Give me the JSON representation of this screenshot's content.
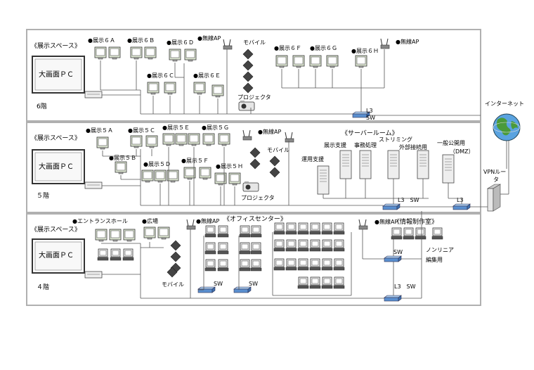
{
  "floors": {
    "f6": {
      "floor_label": "6階",
      "space_label": "《展示スペース》",
      "big_pc": "大画面ＰＣ",
      "displays": [
        "●展示６Ａ",
        "●展示６Ｂ",
        "●展示６Ｄ",
        "●展示６Ｃ",
        "●展示６Ｅ",
        "●展示６Ｆ",
        "●展示６Ｇ",
        "●展示６Ｈ"
      ],
      "wap1": "●無線AP",
      "wap2": "●無線AP",
      "mobile": "モバイル",
      "projector": "プロジェクタ",
      "switch": "L3",
      "switch_sub": "SW"
    },
    "f5": {
      "floor_label": "５階",
      "space_label": "《展示スペース》",
      "big_pc": "大画面ＰＣ",
      "displays": [
        "●展示５Ａ",
        "●展示５Ｃ",
        "●展示５Ｅ",
        "●展示５Ｇ",
        "●展示５Ｂ",
        "●展示５Ｄ",
        "●展示５Ｆ",
        "●展示５Ｈ"
      ],
      "wap": "●無線AP",
      "mobile": "モバイル",
      "projector": "プロジェクタ",
      "server_room": "《サーバールーム》",
      "servers": [
        "運用支援",
        "展示支援",
        "事務処理",
        "ストリミング",
        "外部接続用",
        "一般公開用",
        "（DMZ）"
      ],
      "switch1": "L3　SW",
      "switch2": "L3"
    },
    "f4": {
      "floor_label": "４階",
      "space_label": "《展示スペース》",
      "big_pc": "大画面ＰＣ",
      "entrance": "●エントランスホール",
      "plaza": "●広場",
      "mobile": "モバイル",
      "wap1": "●無線AP",
      "office": "《オフィスセンター》",
      "wap2": "●無線AP",
      "info_room": "《情報制作室》",
      "nonlinear1": "ノンリニア",
      "nonlinear2": "編集用",
      "sw1": "SW",
      "sw2": "SW",
      "sw3": "SW",
      "l3sw": "L3　SW"
    }
  },
  "internet": "インターネット",
  "vpn_router": "VPNルー",
  "vpn_router2": "タ"
}
